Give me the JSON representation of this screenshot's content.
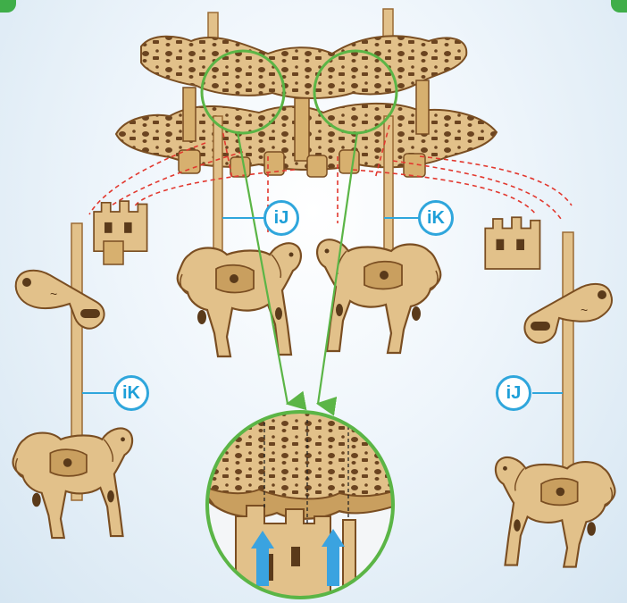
{
  "labels": {
    "ij_top": "iJ",
    "ik_top": "iK",
    "ik_left": "iK",
    "ij_right": "iJ"
  },
  "colors": {
    "wood": "#e2c18a",
    "wood_edge": "#9a6a34",
    "wood_dark": "#5a3a1a",
    "badge_blue": "#2fa6dc",
    "guide_green": "#5bb546",
    "guide_red": "#e2382f",
    "arrow_blue": "#3aa3e0",
    "corner_green": "#3fae49"
  },
  "icons": [
    "carousel-canopy",
    "horse-figure",
    "carousel-pole",
    "magnifier-circle",
    "insert-arrow"
  ]
}
